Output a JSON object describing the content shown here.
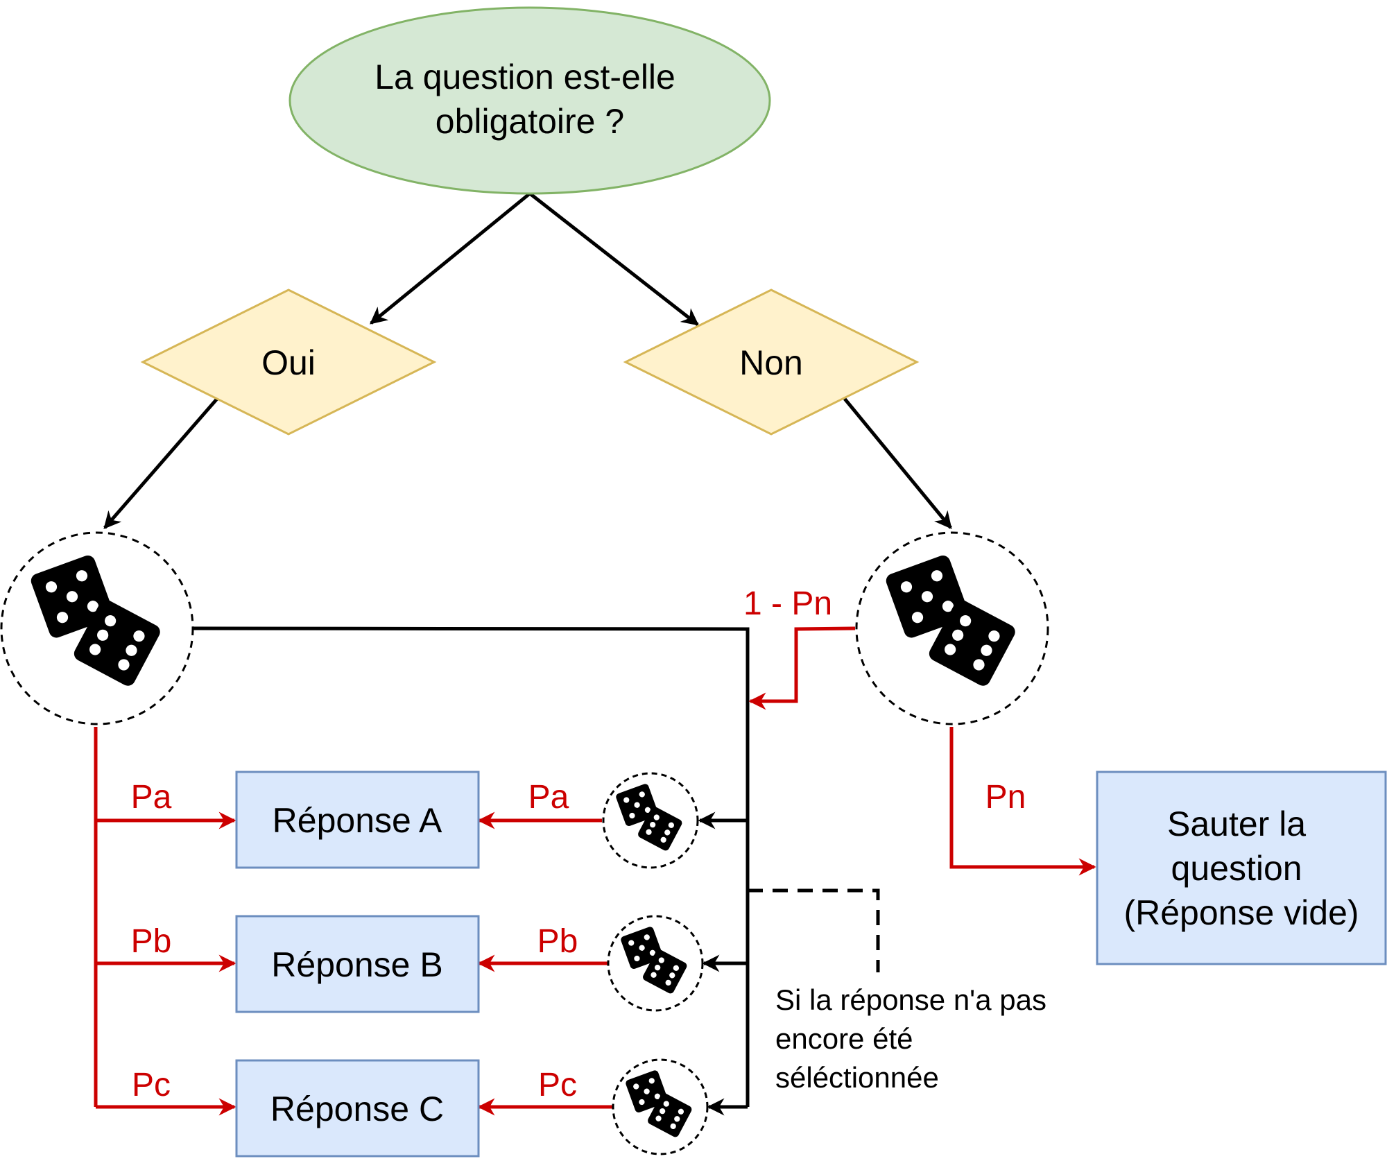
{
  "nodes": {
    "question": [
      "La question est-elle",
      "obligatoire ?"
    ],
    "oui": "Oui",
    "non": "Non",
    "reponse_a": "Réponse A",
    "reponse_b": "Réponse B",
    "reponse_c": "Réponse C",
    "sauter": [
      "Sauter la",
      "question",
      "(Réponse vide)"
    ]
  },
  "edge_labels": {
    "pa_left": "Pa",
    "pb_left": "Pb",
    "pc_left": "Pc",
    "pa_right": "Pa",
    "pb_right": "Pb",
    "pc_right": "Pc",
    "one_minus_pn": "1 - Pn",
    "pn": "Pn"
  },
  "note": [
    "Si la réponse n'a pas",
    "encore été",
    "séléctionnée"
  ],
  "colors": {
    "question_fill": "#d5e8d4",
    "question_stroke": "#82b366",
    "decision_fill": "#fff2cc",
    "decision_stroke": "#d6b656",
    "answer_fill": "#dae8fc",
    "answer_stroke": "#6c8ebf",
    "probability_edge": "#cc0000",
    "flow_edge": "#000000"
  },
  "icons": [
    "dice-icon"
  ]
}
